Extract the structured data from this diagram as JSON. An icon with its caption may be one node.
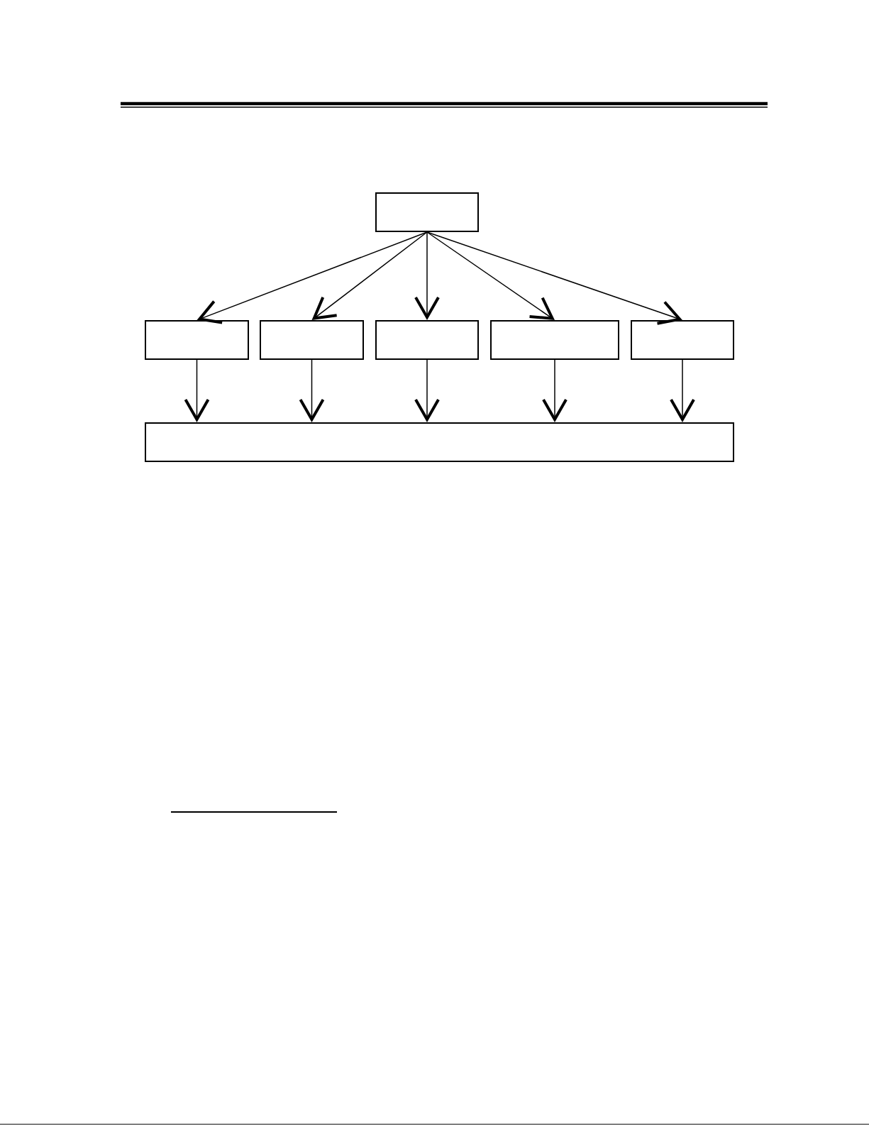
{
  "diagram": {
    "nodes": [
      {
        "text": [],
        "shape": "box"
      },
      {
        "text": [],
        "shape": "box"
      },
      {
        "text": [],
        "shape": "box"
      },
      {
        "text": [],
        "shape": "box"
      },
      {
        "text": [],
        "shape": "box"
      },
      {
        "text": [],
        "shape": "box"
      },
      {
        "text": [],
        "shape": "box"
      }
    ],
    "edges": [
      {
        "from": 0,
        "to": 1,
        "arrow": "to"
      },
      {
        "from": 0,
        "to": 2,
        "arrow": "to"
      },
      {
        "from": 0,
        "to": 3,
        "arrow": "to"
      },
      {
        "from": 0,
        "to": 4,
        "arrow": "to"
      },
      {
        "from": 0,
        "to": 5,
        "arrow": "to"
      },
      {
        "from": 1,
        "to": 6,
        "arrow": "to"
      },
      {
        "from": 2,
        "to": 6,
        "arrow": "to"
      },
      {
        "from": 3,
        "to": 6,
        "arrow": "to"
      },
      {
        "from": 4,
        "to": 6,
        "arrow": "to"
      },
      {
        "from": 5,
        "to": 6,
        "arrow": "to"
      }
    ]
  }
}
